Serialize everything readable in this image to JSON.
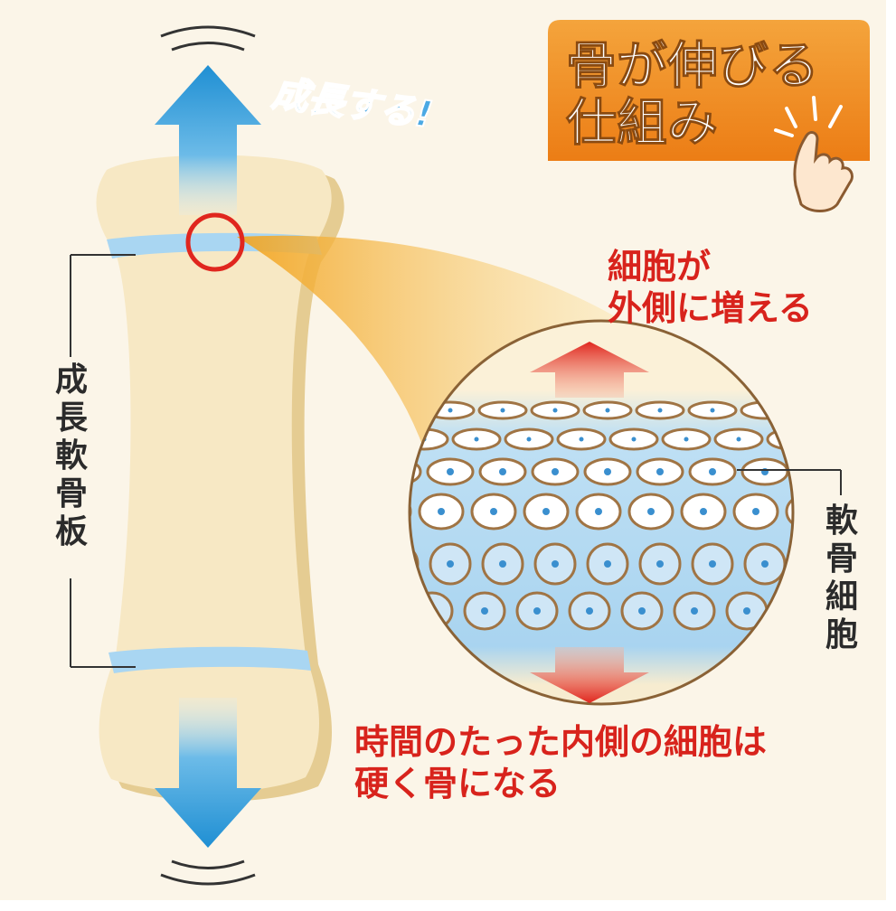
{
  "title": {
    "line1": "骨が伸びる",
    "line2": "仕組み"
  },
  "growth_caption": "成長する!",
  "growth_plate_label": [
    "成",
    "長",
    "軟",
    "骨",
    "板"
  ],
  "chondrocyte_label": [
    "軟",
    "骨",
    "細",
    "胞"
  ],
  "cells_outward": {
    "line1": "細胞が",
    "line2": "外側に増える"
  },
  "cells_inner": {
    "line1": "時間のたった内側の細胞は",
    "line2": "硬く骨になる"
  },
  "colors": {
    "background": "#fbf5e8",
    "title_box": "#f08a1e",
    "accent_red": "#d8231c",
    "bone": "#f6e7c2",
    "bone_shadow": "#e3c98f",
    "plate_blue": "#a9d6f2",
    "arrow_blue": "#2c9ad8"
  },
  "icons": [
    "pointing-hand-icon",
    "up-down-arrow-icon",
    "magnifier-circle-icon"
  ]
}
